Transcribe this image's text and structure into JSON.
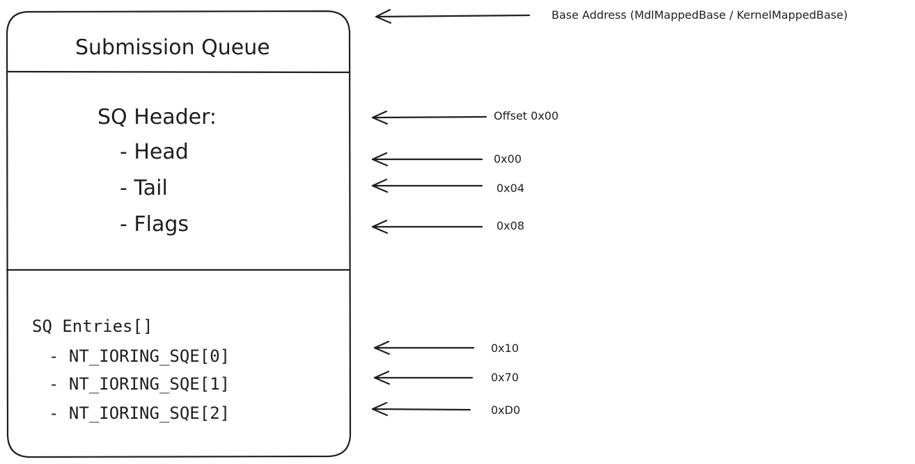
{
  "diagram": {
    "title": "Submission Queue",
    "header": {
      "label": "SQ Header:",
      "fields": [
        "- Head",
        "- Tail",
        "- Flags"
      ]
    },
    "entries": {
      "label": "SQ Entries[]",
      "items": [
        "- NT_IORING_SQE[0]",
        "- NT_IORING_SQE[1]",
        "- NT_IORING_SQE[2]"
      ]
    },
    "annotations": {
      "base_address": "Base Address (MdlMappedBase / KernelMappedBase)",
      "header_offset": "Offset 0x00",
      "field_offsets": [
        "0x00",
        "0x04",
        "0x08"
      ],
      "entry_offsets": [
        "0x10",
        "0x70",
        "0xD0"
      ]
    }
  }
}
